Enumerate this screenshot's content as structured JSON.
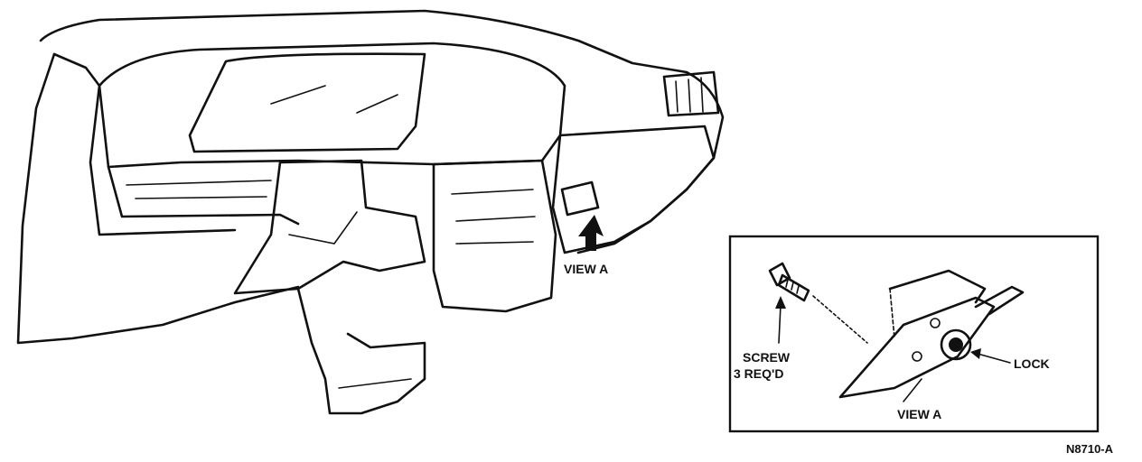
{
  "labels": {
    "view_a_main": "VIEW A",
    "screw_line1": "SCREW",
    "screw_line2": "3 REQ'D",
    "lock": "LOCK",
    "view_a_inset": "VIEW A",
    "figure_code": "N8710-A"
  },
  "colors": {
    "ink": "#111111",
    "paper": "#ffffff"
  }
}
